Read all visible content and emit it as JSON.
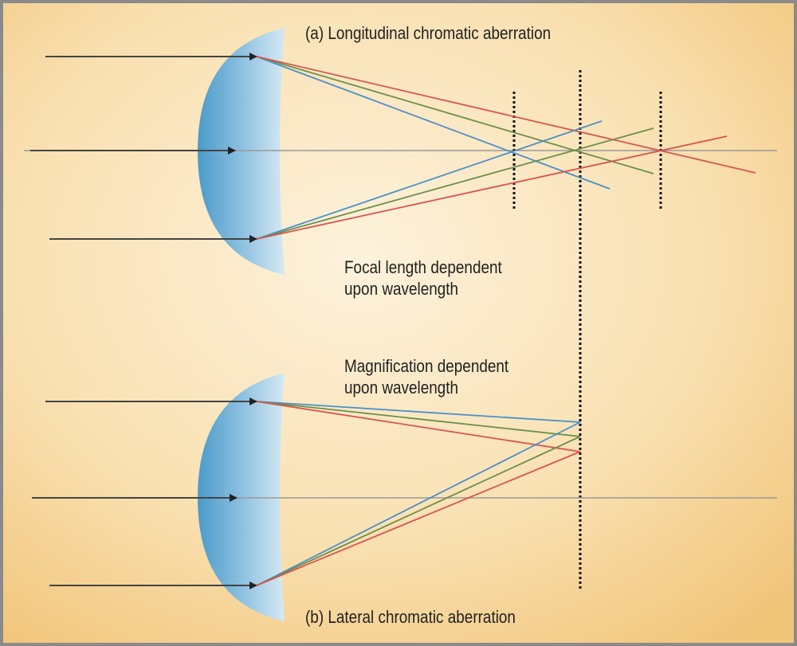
{
  "title_a": "(a) Longitudinal chromatic aberration",
  "title_b": "(b) Lateral chromatic aberration",
  "note_focal": [
    "Focal length dependent",
    "upon wavelength"
  ],
  "note_magnification": [
    "Magnification dependent",
    "upon wavelength"
  ],
  "colors": {
    "blue": "#4a90c8",
    "green": "#6e8f4a",
    "red": "#d9534f",
    "background_edge": "#f2c77c",
    "background_center": "#fdf2dc",
    "lens": "#7fb8dc"
  }
}
